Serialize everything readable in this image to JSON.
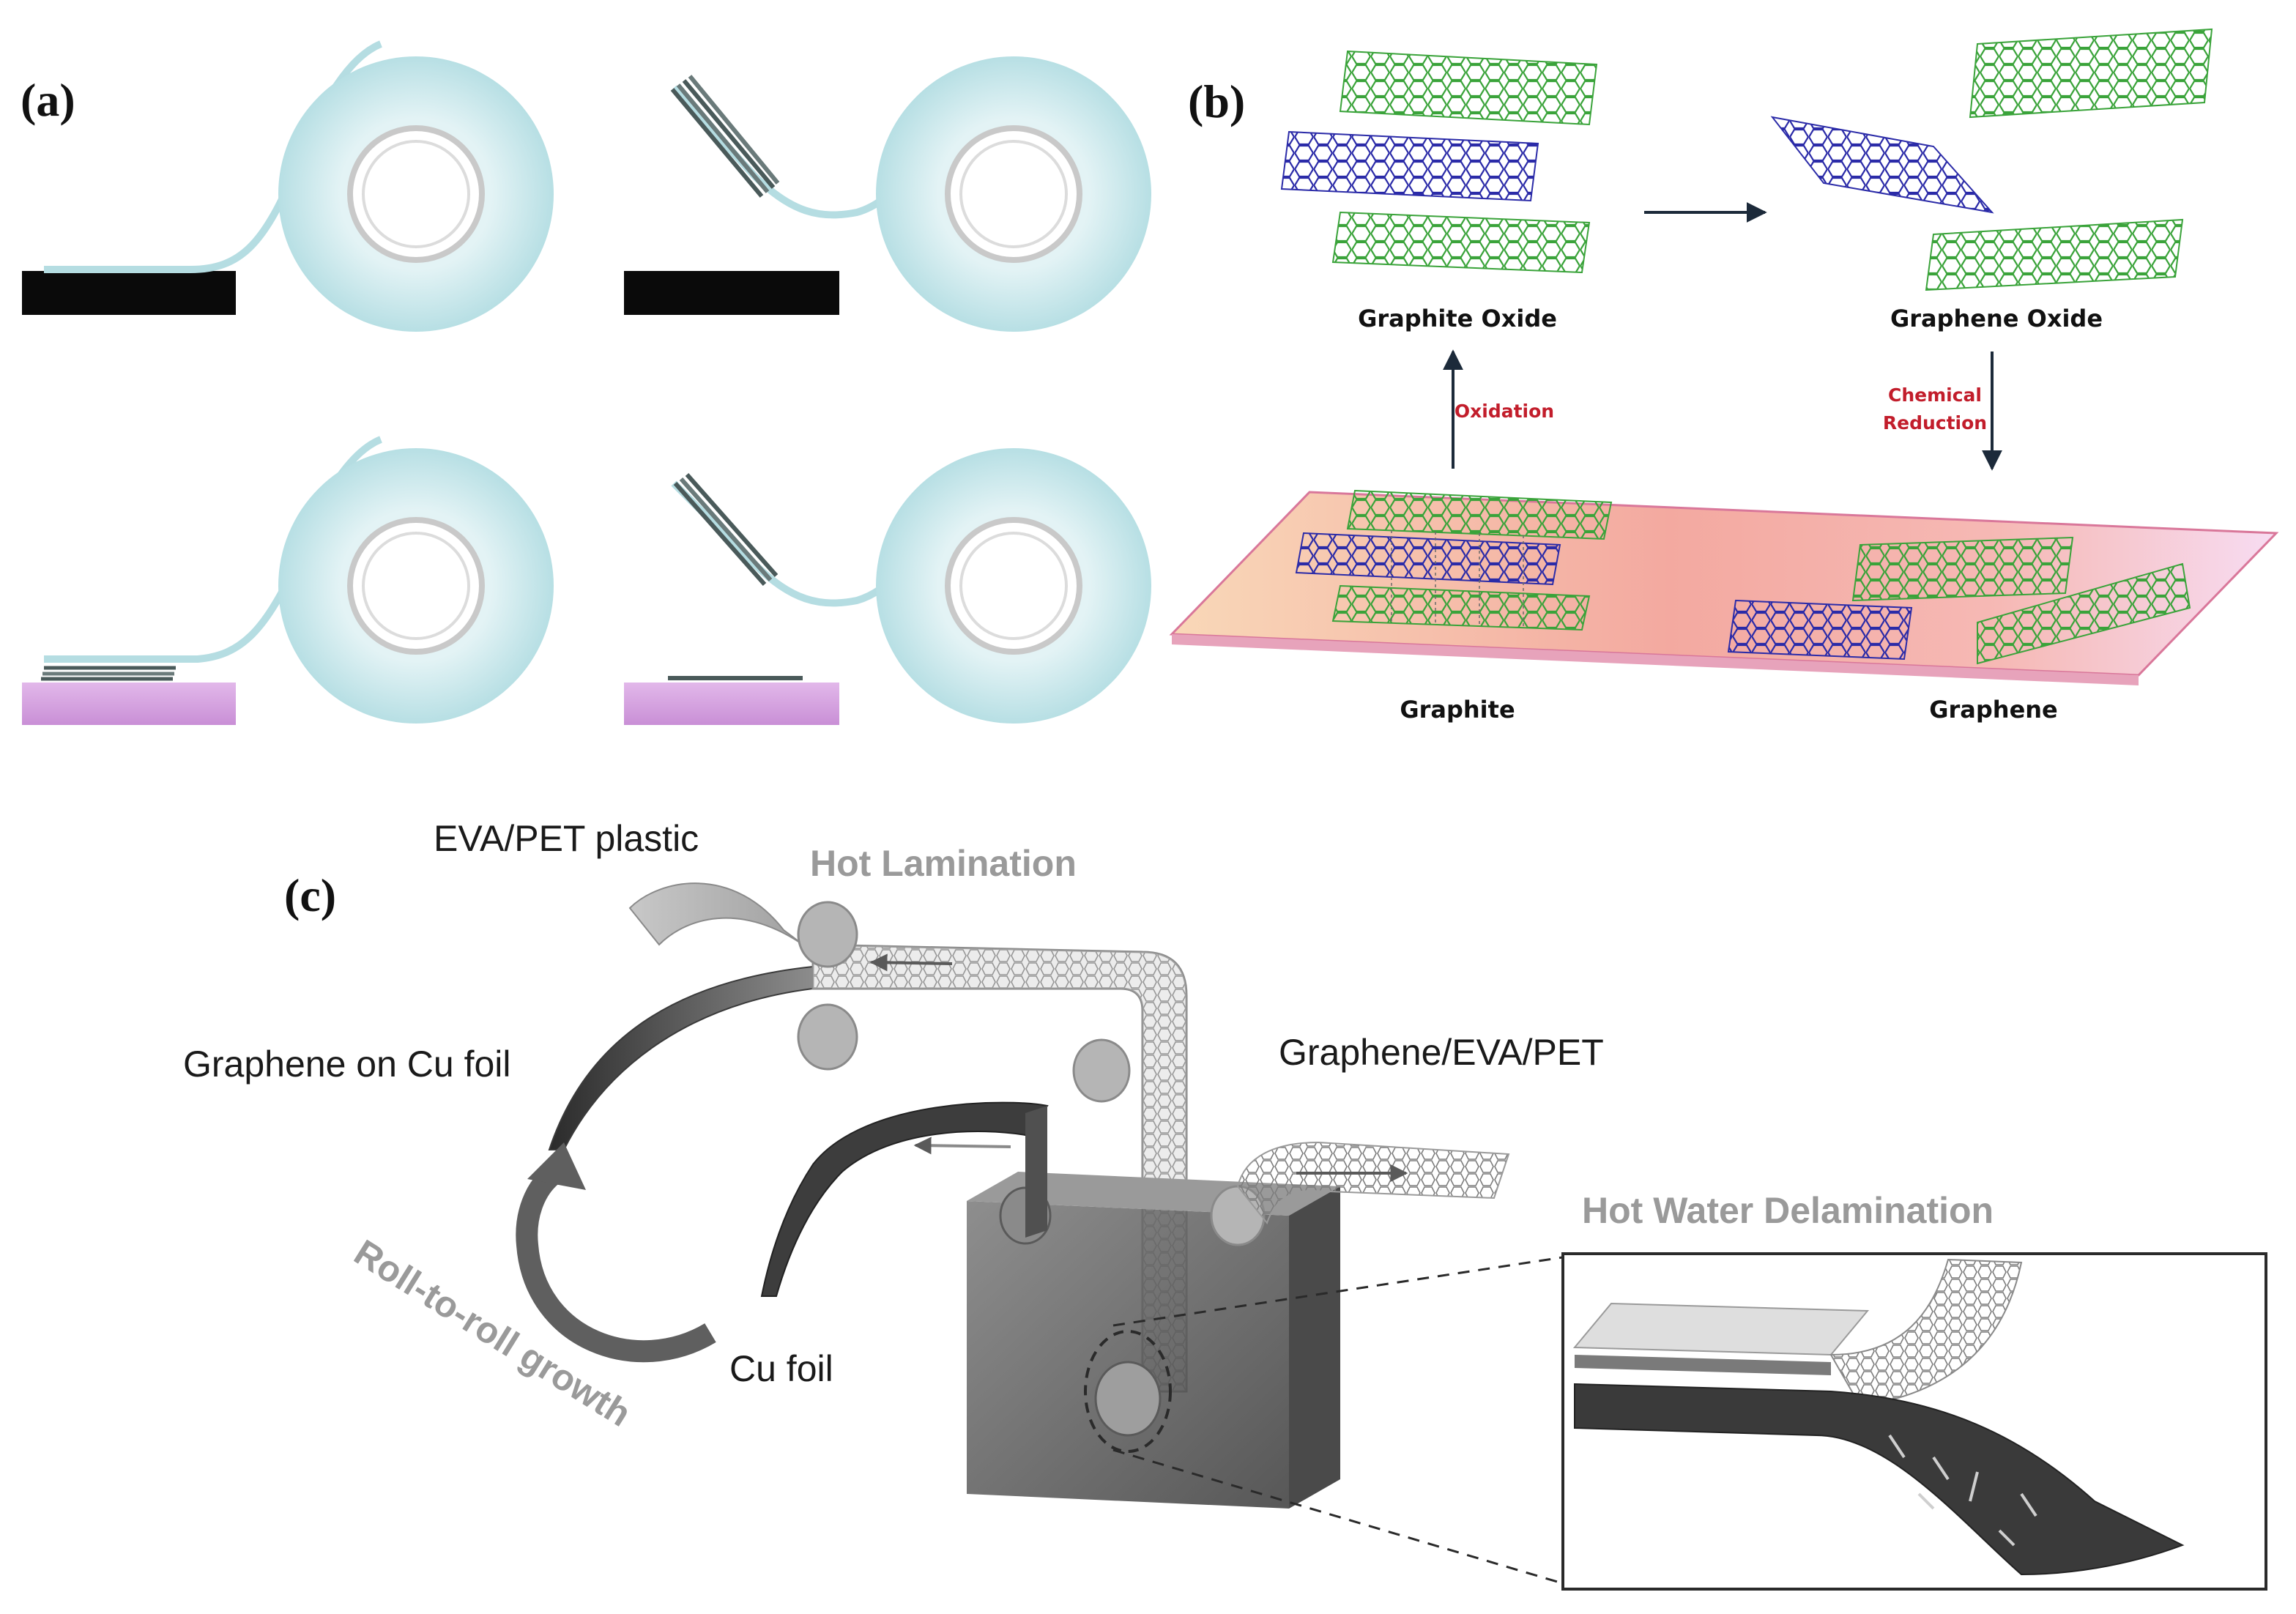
{
  "panels": {
    "a": {
      "label": "(a)"
    },
    "b": {
      "label": "(b)",
      "graphite_oxide": "Graphite Oxide",
      "graphene_oxide": "Graphene Oxide",
      "oxidation": "Oxidation",
      "chemical_reduction_line1": "Chemical",
      "chemical_reduction_line2": "Reduction",
      "graphite": "Graphite",
      "graphene": "Graphene"
    },
    "c": {
      "label": "(c)",
      "eva_pet_plastic": "EVA/PET plastic",
      "hot_lamination": "Hot Lamination",
      "graphene_on_cu": "Graphene on Cu foil",
      "graphene_eva_pet": "Graphene/EVA/PET",
      "hot_water_delamination": "Hot Water Delamination",
      "cu_foil": "Cu foil",
      "roll_to_roll": "Roll-to-roll growth"
    }
  },
  "colors": {
    "tape": "#c6e7ea",
    "tape_dark": "#9fd0d6",
    "substrate_black": "#0a0a0a",
    "substrate_purple": "#d7a8e0",
    "sheet_green": "#3aa33a",
    "sheet_blue": "#2b2ba8",
    "accent_red": "#c21d2b",
    "plate_start": "#f6c9ae",
    "plate_mid": "#f2a7a2",
    "plate_end": "#f4d0ea"
  }
}
